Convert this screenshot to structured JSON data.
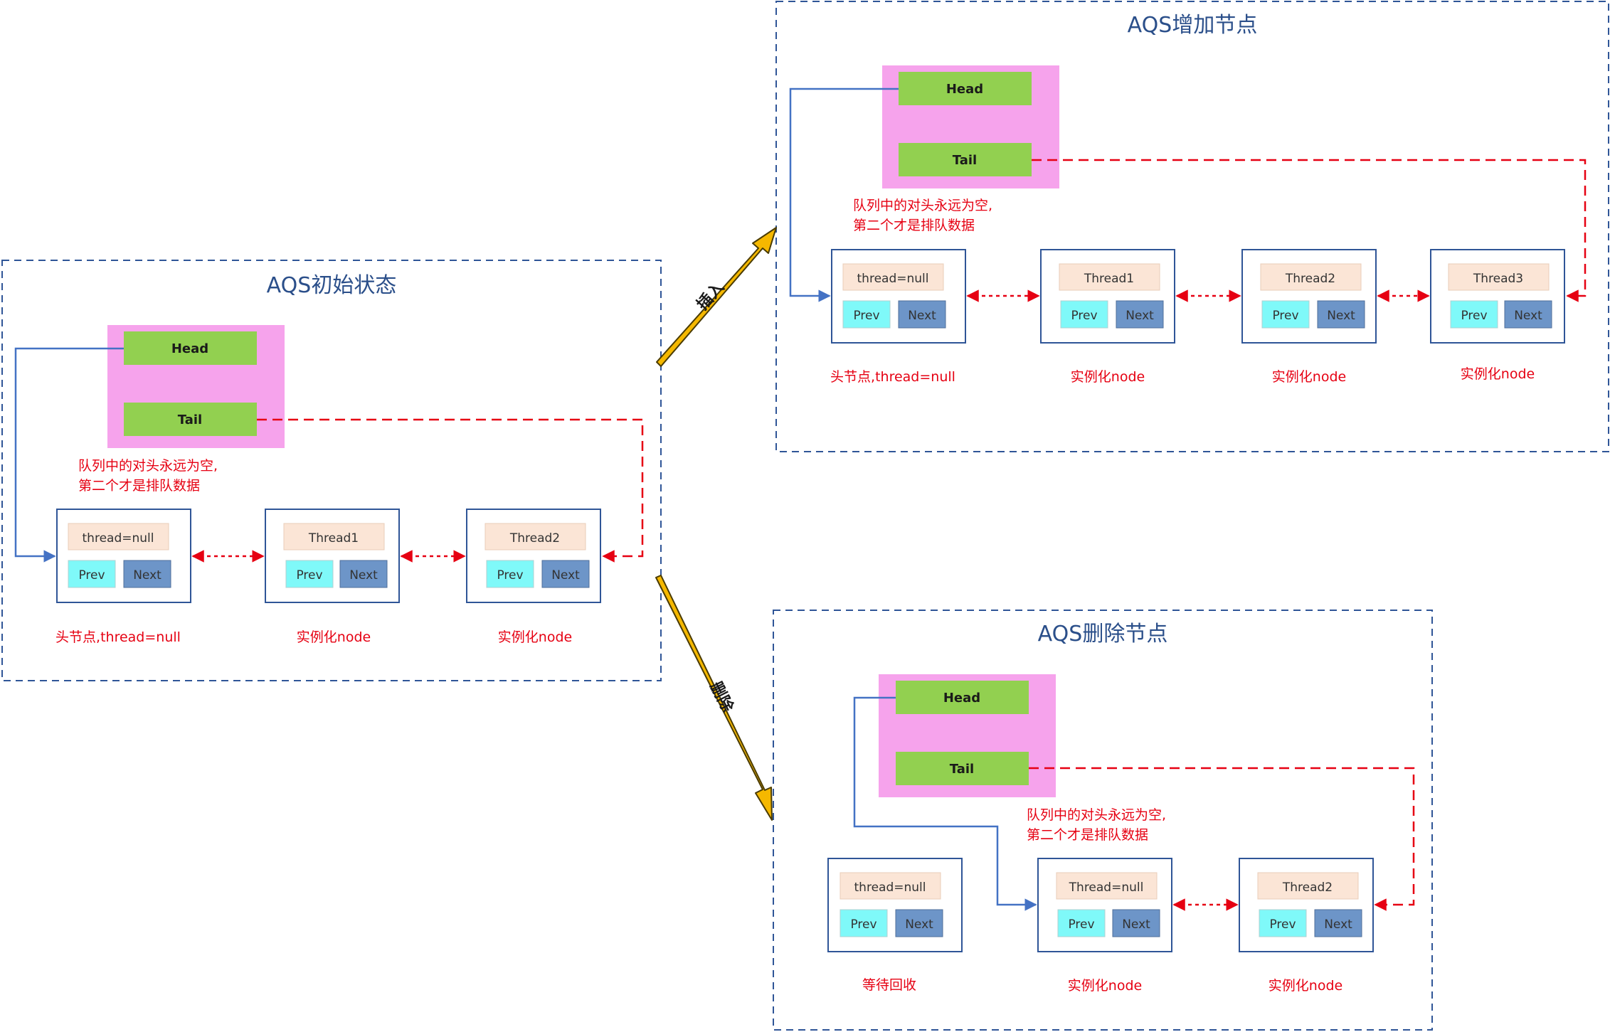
{
  "colors": {
    "frame": "#2f5597",
    "headTailBg": "#f6a3ec",
    "greenBox": "#92d050",
    "threadBox": "#fbe5d6",
    "prevBox": "#7ff9f9",
    "nextBox": "#6d95c8",
    "red": "#e60012",
    "blue": "#4472c4",
    "gold": "#f5b800"
  },
  "icons": [
    "insert-arrow",
    "delete-arrow",
    "dashed-double-arrow",
    "pointer-arrow"
  ],
  "panels": {
    "initial": {
      "title": "AQS初始状态",
      "head": "Head",
      "tail": "Tail",
      "note1": "队列中的对头永远为空,",
      "note2": "第二个才是排队数据",
      "nodes": [
        {
          "thread": "thread=null",
          "prev": "Prev",
          "next": "Next",
          "caption": "头节点,thread=null"
        },
        {
          "thread": "Thread1",
          "prev": "Prev",
          "next": "Next",
          "caption": "实例化node"
        },
        {
          "thread": "Thread2",
          "prev": "Prev",
          "next": "Next",
          "caption": "实例化node"
        }
      ]
    },
    "add": {
      "title": "AQS增加节点",
      "head": "Head",
      "tail": "Tail",
      "note1": "队列中的对头永远为空,",
      "note2": "第二个才是排队数据",
      "nodes": [
        {
          "thread": "thread=null",
          "prev": "Prev",
          "next": "Next",
          "caption": "头节点,thread=null"
        },
        {
          "thread": "Thread1",
          "prev": "Prev",
          "next": "Next",
          "caption": "实例化node"
        },
        {
          "thread": "Thread2",
          "prev": "Prev",
          "next": "Next",
          "caption": "实例化node"
        },
        {
          "thread": "Thread3",
          "prev": "Prev",
          "next": "Next",
          "caption": "实例化node"
        }
      ]
    },
    "remove": {
      "title": "AQS删除节点",
      "head": "Head",
      "tail": "Tail",
      "note1": "队列中的对头永远为空,",
      "note2": "第二个才是排队数据",
      "nodes": [
        {
          "thread": "thread=null",
          "prev": "Prev",
          "next": "Next",
          "caption": "等待回收"
        },
        {
          "thread": "Thread=null",
          "prev": "Prev",
          "next": "Next",
          "caption": "实例化node"
        },
        {
          "thread": "Thread2",
          "prev": "Prev",
          "next": "Next",
          "caption": "实例化node"
        }
      ]
    }
  },
  "arrows": {
    "insert": "插入",
    "delete": "删除"
  }
}
